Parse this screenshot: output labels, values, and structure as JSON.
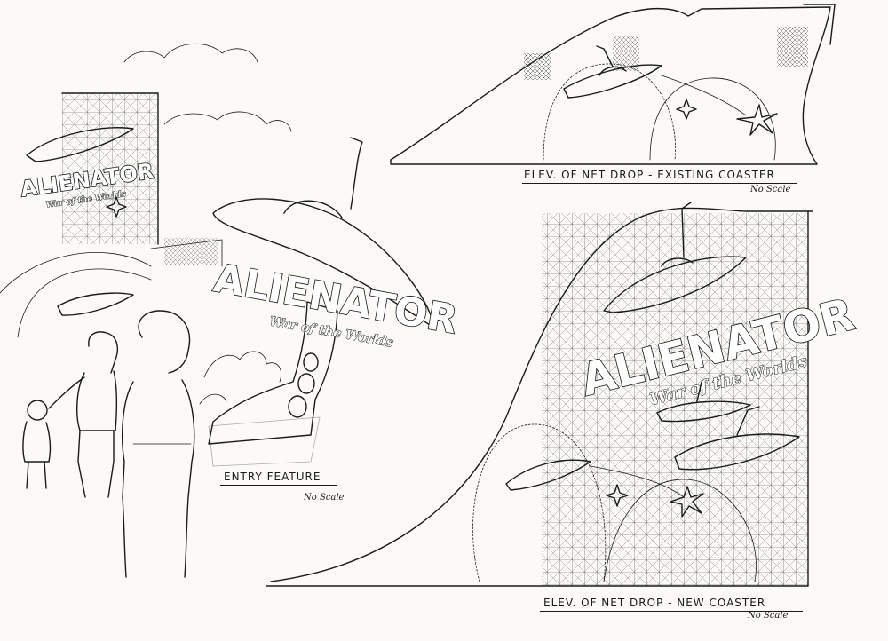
{
  "logos": {
    "title": "ALIENATOR",
    "subtitle": "War of the Worlds"
  },
  "captions": {
    "entry_feature": "ENTRY FEATURE",
    "entry_scale": "No Scale",
    "existing_coaster": "ELEV. OF NET DROP - EXISTING COASTER",
    "existing_scale": "No Scale",
    "new_coaster": "ELEV. OF NET DROP - NEW COASTER",
    "new_scale": "No Scale"
  }
}
